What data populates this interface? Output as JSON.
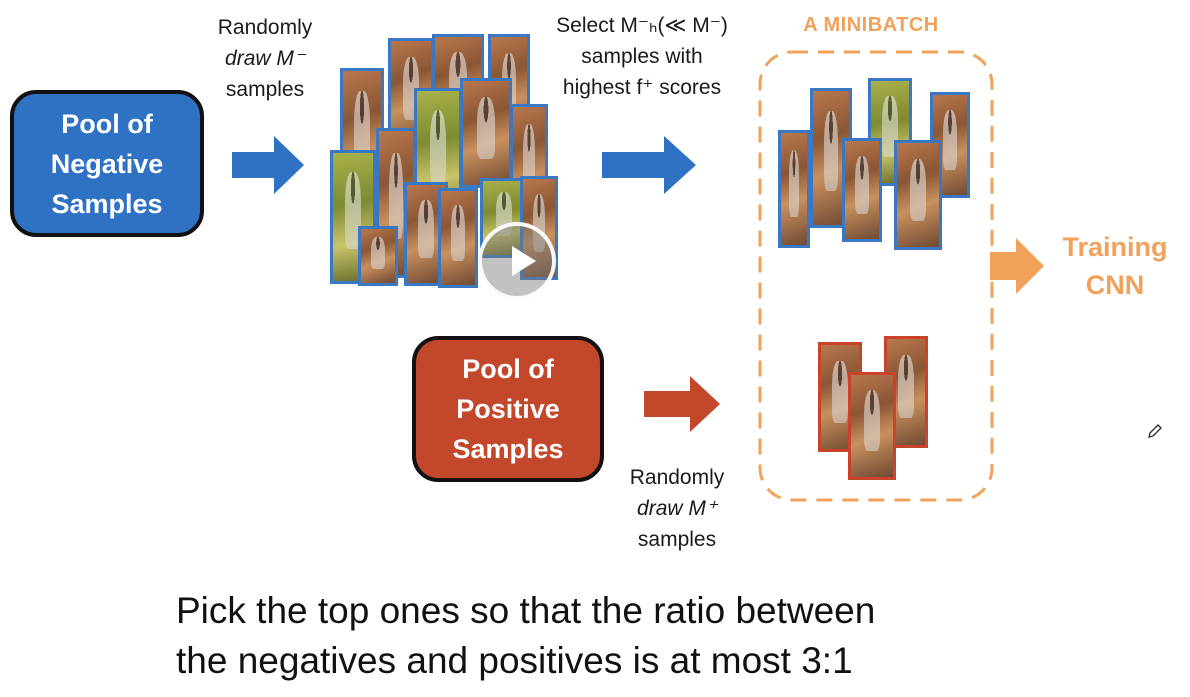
{
  "negative_pool": {
    "lines": [
      "Pool of",
      "Negative",
      "Samples"
    ]
  },
  "positive_pool": {
    "lines": [
      "Pool of",
      "Positive",
      "Samples"
    ]
  },
  "draw_negative_caption": {
    "lines": [
      "Randomly",
      "draw M⁻",
      "samples"
    ]
  },
  "select_caption": {
    "lines": [
      "Select M⁻ₕ(≪ M⁻)",
      "samples with",
      "highest f⁺ scores"
    ]
  },
  "draw_positive_caption": {
    "lines": [
      "Randomly",
      "draw M⁺",
      "samples"
    ]
  },
  "minibatch": {
    "title": "A MINIBATCH"
  },
  "training": {
    "lines": [
      "Training",
      "CNN"
    ]
  },
  "bottom_text": {
    "lines": [
      "Pick the top ones so that the ratio between",
      "the negatives and positives is at most 3:1"
    ]
  },
  "colors": {
    "blue": "#2f72c4",
    "red": "#c2472b",
    "orange": "#f0a15a"
  },
  "icons": {
    "play": "play-button-icon",
    "pencil": "pencil-cursor-icon"
  }
}
